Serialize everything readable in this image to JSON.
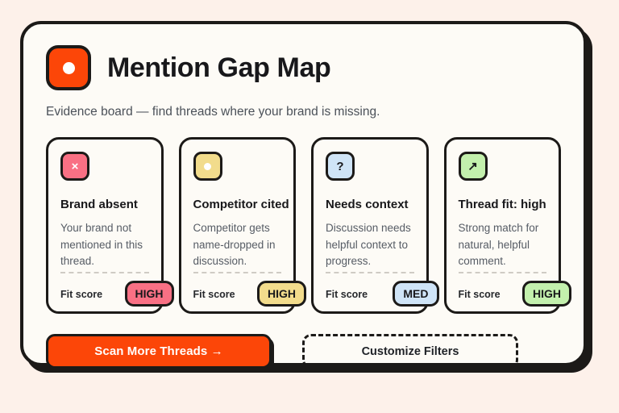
{
  "header": {
    "logo_icon": "orange-dot-square-logo",
    "title": "Mention Gap Map",
    "subtitle": "Evidence board — find threads where your brand is missing."
  },
  "colors": {
    "page_background": "#FDF1EA",
    "panel_background": "#FDFBF6",
    "ink": "#1C1A18",
    "accent": "#FC4608",
    "pink": "#F97084",
    "yellow": "#F2DC8C",
    "blue": "#CFE4F7",
    "green": "#C3F0AD"
  },
  "cards": [
    {
      "icon_glyph": "×",
      "icon_name": "close-x-icon",
      "icon_color": "#F97084",
      "icon_text_color": "#FFFFFF",
      "title": "Brand absent",
      "description": "Your brand not mentioned in this thread.",
      "fit_label": "Fit score",
      "fit_value": "HIGH",
      "fit_color": "#F97084"
    },
    {
      "icon_glyph": "dot",
      "icon_name": "filled-dot-icon",
      "icon_color": "#F2DC8C",
      "icon_text_color": "#FFFFFF",
      "title": "Competitor cited",
      "description": "Competitor gets name-dropped in discussion.",
      "fit_label": "Fit score",
      "fit_value": "HIGH",
      "fit_color": "#F2DC8C"
    },
    {
      "icon_glyph": "?",
      "icon_name": "question-mark-icon",
      "icon_color": "#CFE4F7",
      "icon_text_color": "#18181B",
      "title": "Needs context",
      "description": "Discussion needs helpful context to progress.",
      "fit_label": "Fit score",
      "fit_value": "MED",
      "fit_color": "#CFE4F7"
    },
    {
      "icon_glyph": "↗",
      "icon_name": "arrow-up-right-icon",
      "icon_color": "#C3F0AD",
      "icon_text_color": "#18181B",
      "title": "Thread fit: high",
      "description": "Strong match for natural, helpful comment.",
      "fit_label": "Fit score",
      "fit_value": "HIGH",
      "fit_color": "#C3F0AD"
    }
  ],
  "actions": {
    "primary_label": "Scan More Threads →",
    "secondary_label": "Customize Filters"
  }
}
